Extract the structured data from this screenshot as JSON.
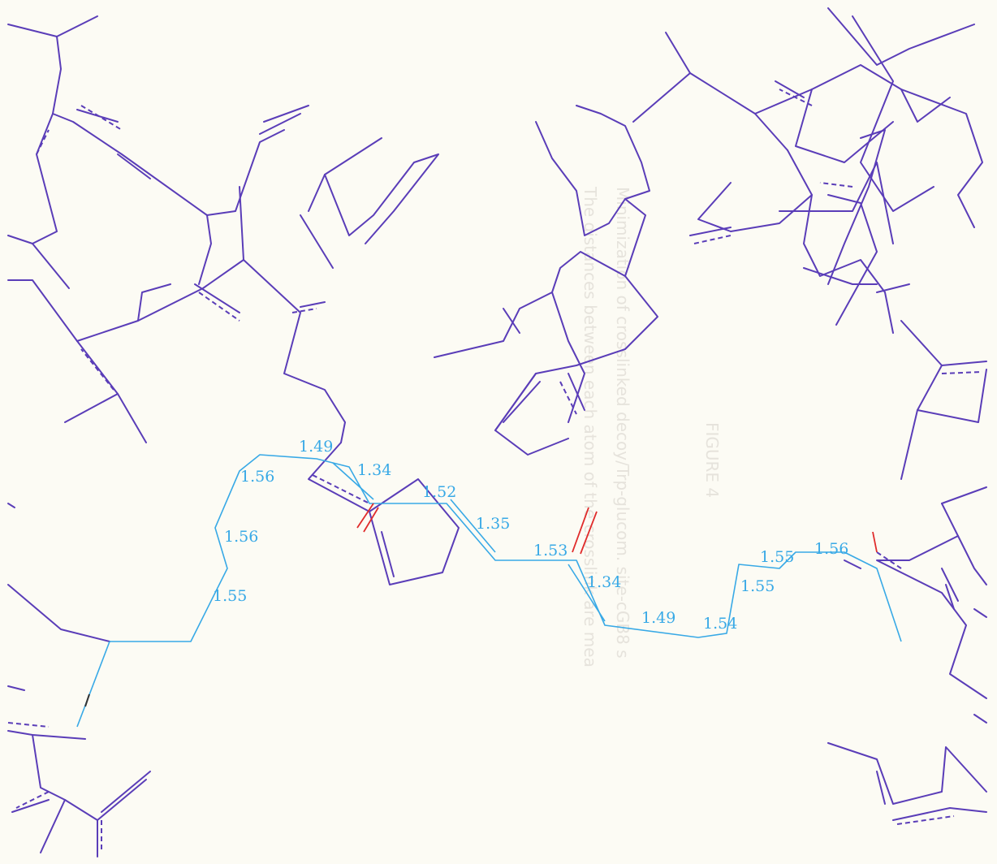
{
  "figure": {
    "bleed_through": [
      "FIGURE 4",
      "Minimization of crosslinked decoy/Trp-glucom. site-cGB8 s",
      "The distances between each atom of the crosslink are mea"
    ]
  },
  "bond_lengths": [
    "1.49",
    "1.34",
    "1.56",
    "1.52",
    "1.35",
    "1.56",
    "1.53",
    "1.34",
    "1.55",
    "1.49",
    "1.54",
    "1.55",
    "1.55",
    "1.56"
  ],
  "colors": {
    "protein": "#5a3db8",
    "crosslink": "#38a9e6",
    "oxygen": "#e02b2b",
    "background": "#fcfbf4"
  }
}
